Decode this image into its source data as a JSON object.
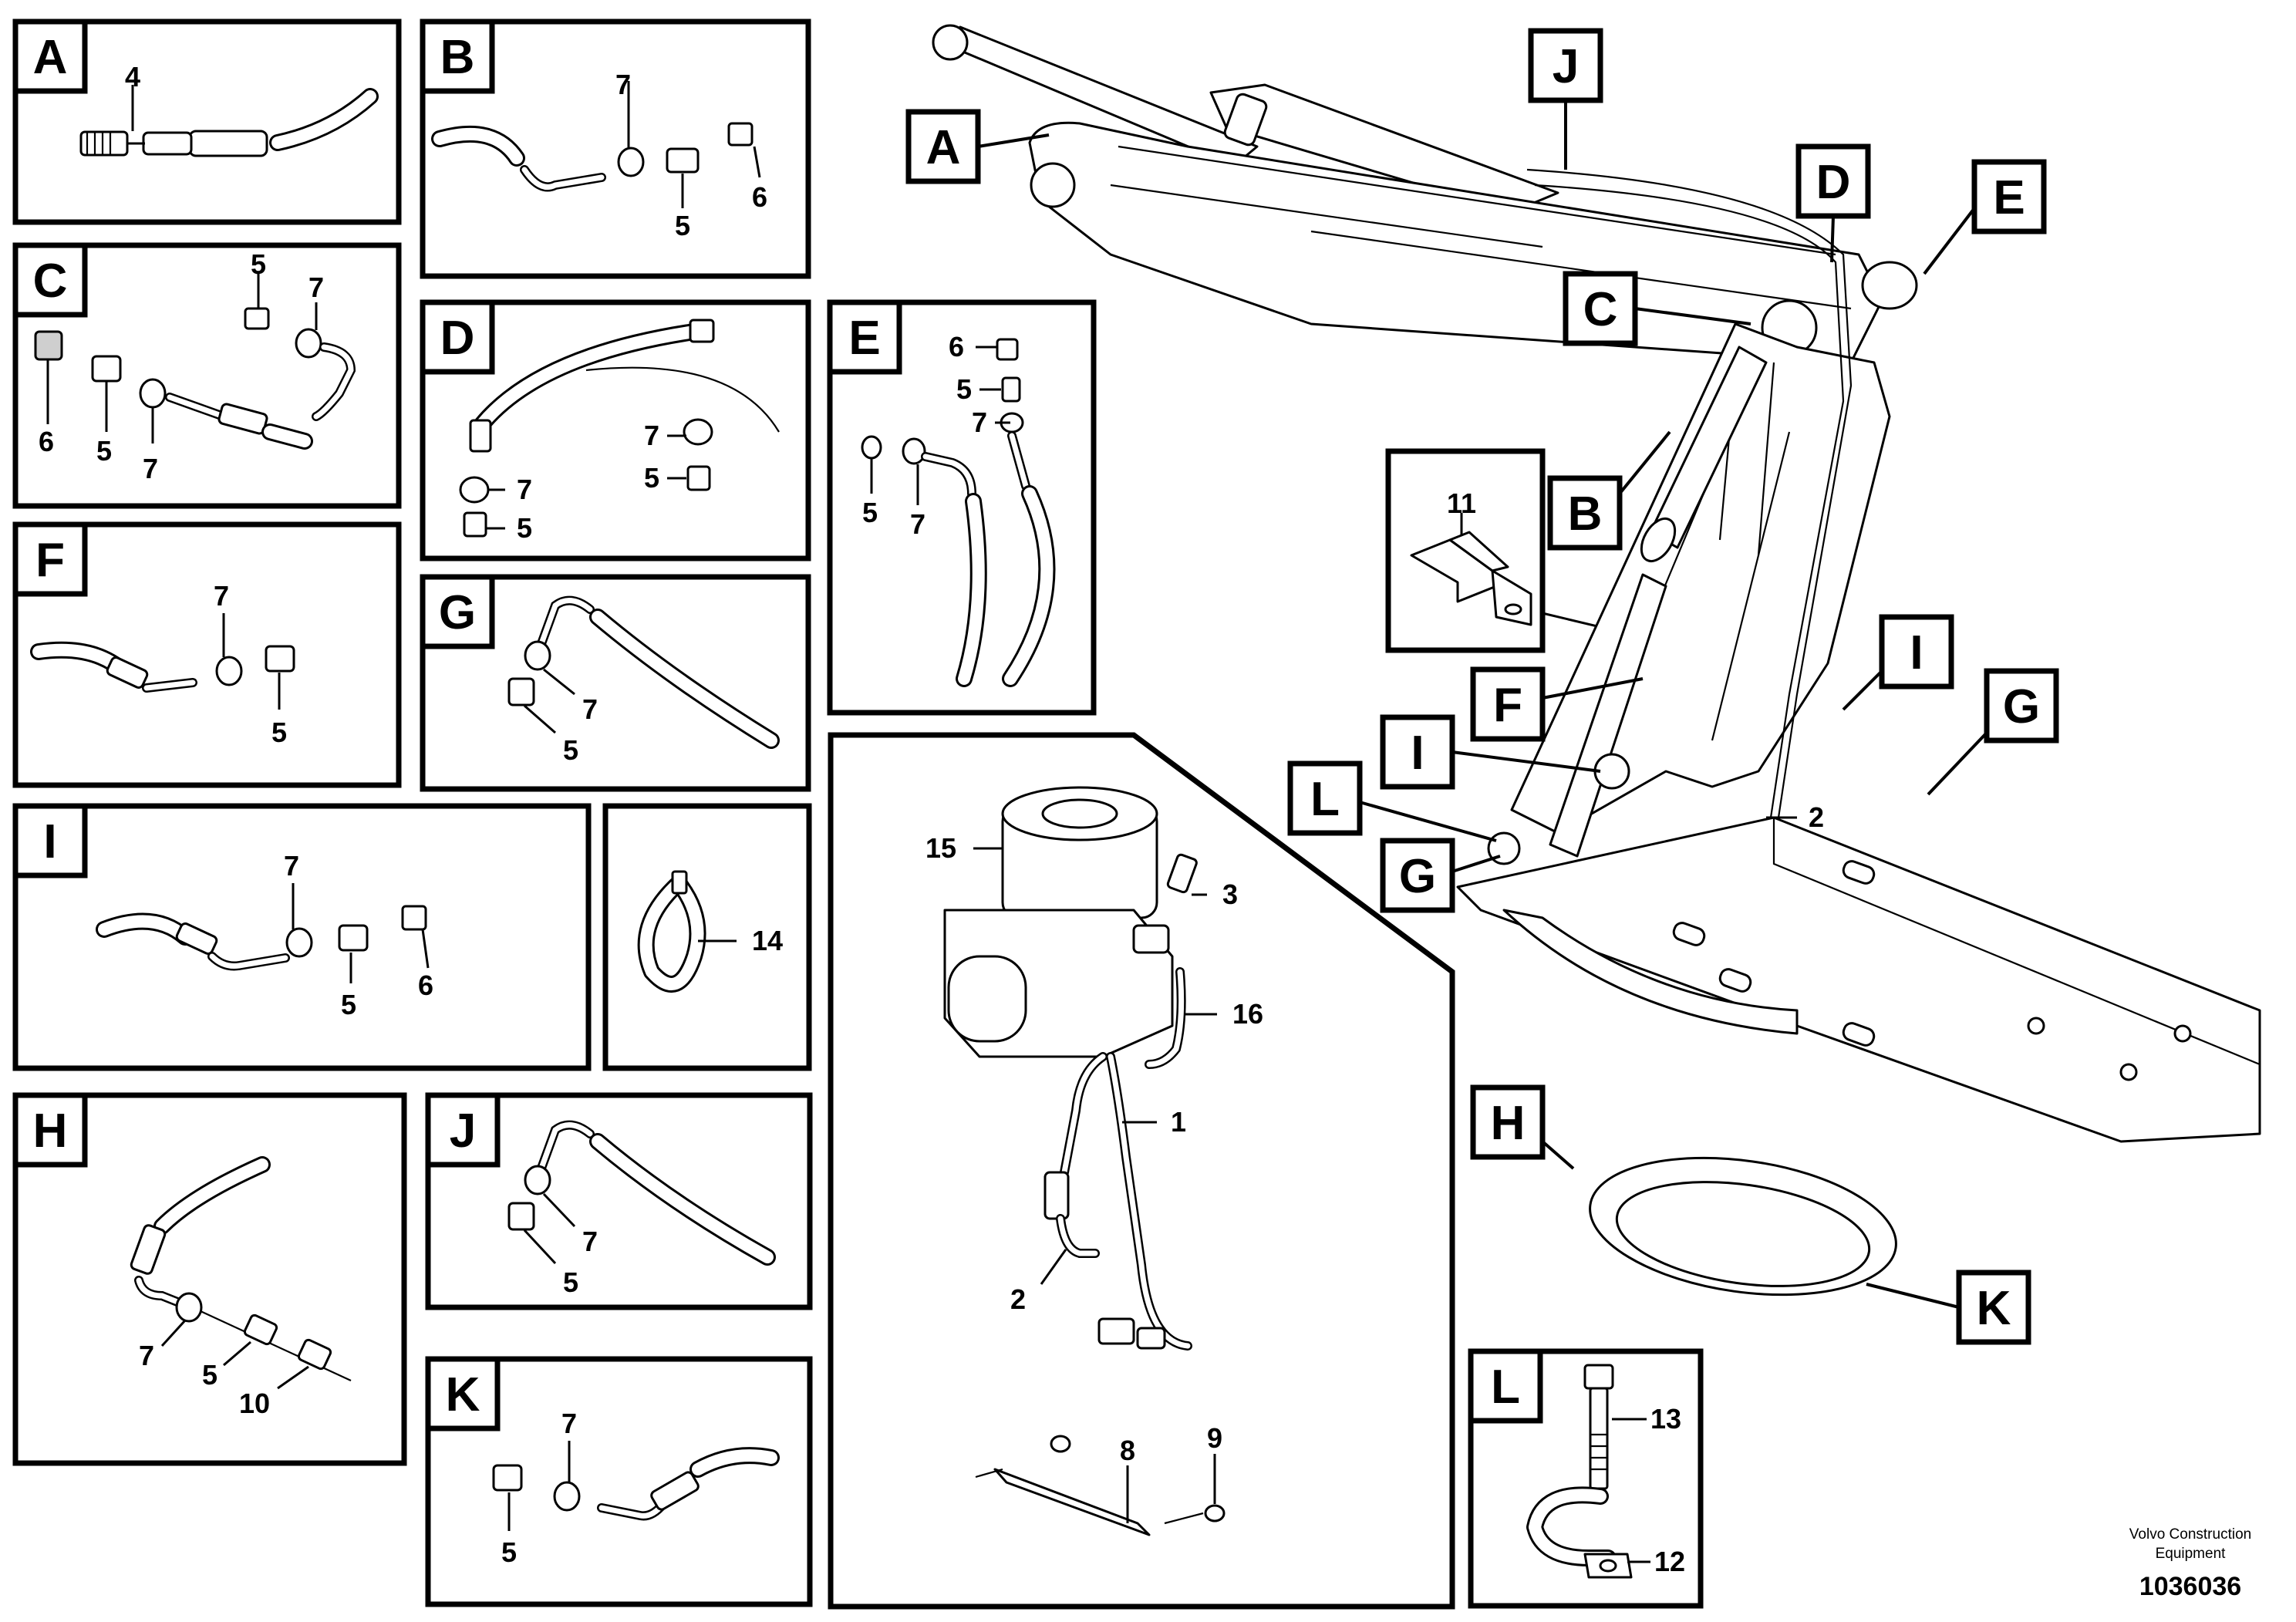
{
  "panels": {
    "A": {
      "letter": "A",
      "parts": [
        "4"
      ]
    },
    "B": {
      "letter": "B",
      "parts": [
        "7",
        "5",
        "6"
      ]
    },
    "C": {
      "letter": "C",
      "parts": [
        "5",
        "7",
        "6",
        "5",
        "7"
      ]
    },
    "D": {
      "letter": "D",
      "parts": [
        "7",
        "5",
        "7",
        "5"
      ]
    },
    "E": {
      "letter": "E",
      "parts": [
        "6",
        "5",
        "7",
        "5",
        "7"
      ]
    },
    "F": {
      "letter": "F",
      "parts": [
        "7",
        "5"
      ]
    },
    "G": {
      "letter": "G",
      "parts": [
        "7",
        "5"
      ]
    },
    "I": {
      "letter": "I",
      "parts": [
        "7",
        "5",
        "6"
      ]
    },
    "tie": {
      "parts": [
        "14"
      ]
    },
    "H": {
      "letter": "H",
      "parts": [
        "7",
        "5",
        "10"
      ]
    },
    "J": {
      "letter": "J",
      "parts": [
        "7",
        "5"
      ]
    },
    "K": {
      "letter": "K",
      "parts": [
        "7",
        "5"
      ]
    },
    "pump": {
      "parts": [
        "15",
        "3",
        "16",
        "1",
        "2",
        "8",
        "9"
      ]
    },
    "L": {
      "letter": "L",
      "parts": [
        "13",
        "12"
      ]
    }
  },
  "bracket_callout": {
    "parts": [
      "11"
    ]
  },
  "machine_tags": [
    "A",
    "J",
    "D",
    "E",
    "C",
    "B",
    "F",
    "I",
    "L",
    "G",
    "I",
    "G",
    "H",
    "K"
  ],
  "machine_parts": [
    "2"
  ],
  "footer": {
    "company_line1": "Volvo Construction",
    "company_line2": "Equipment",
    "drawing_number": "1036036"
  }
}
